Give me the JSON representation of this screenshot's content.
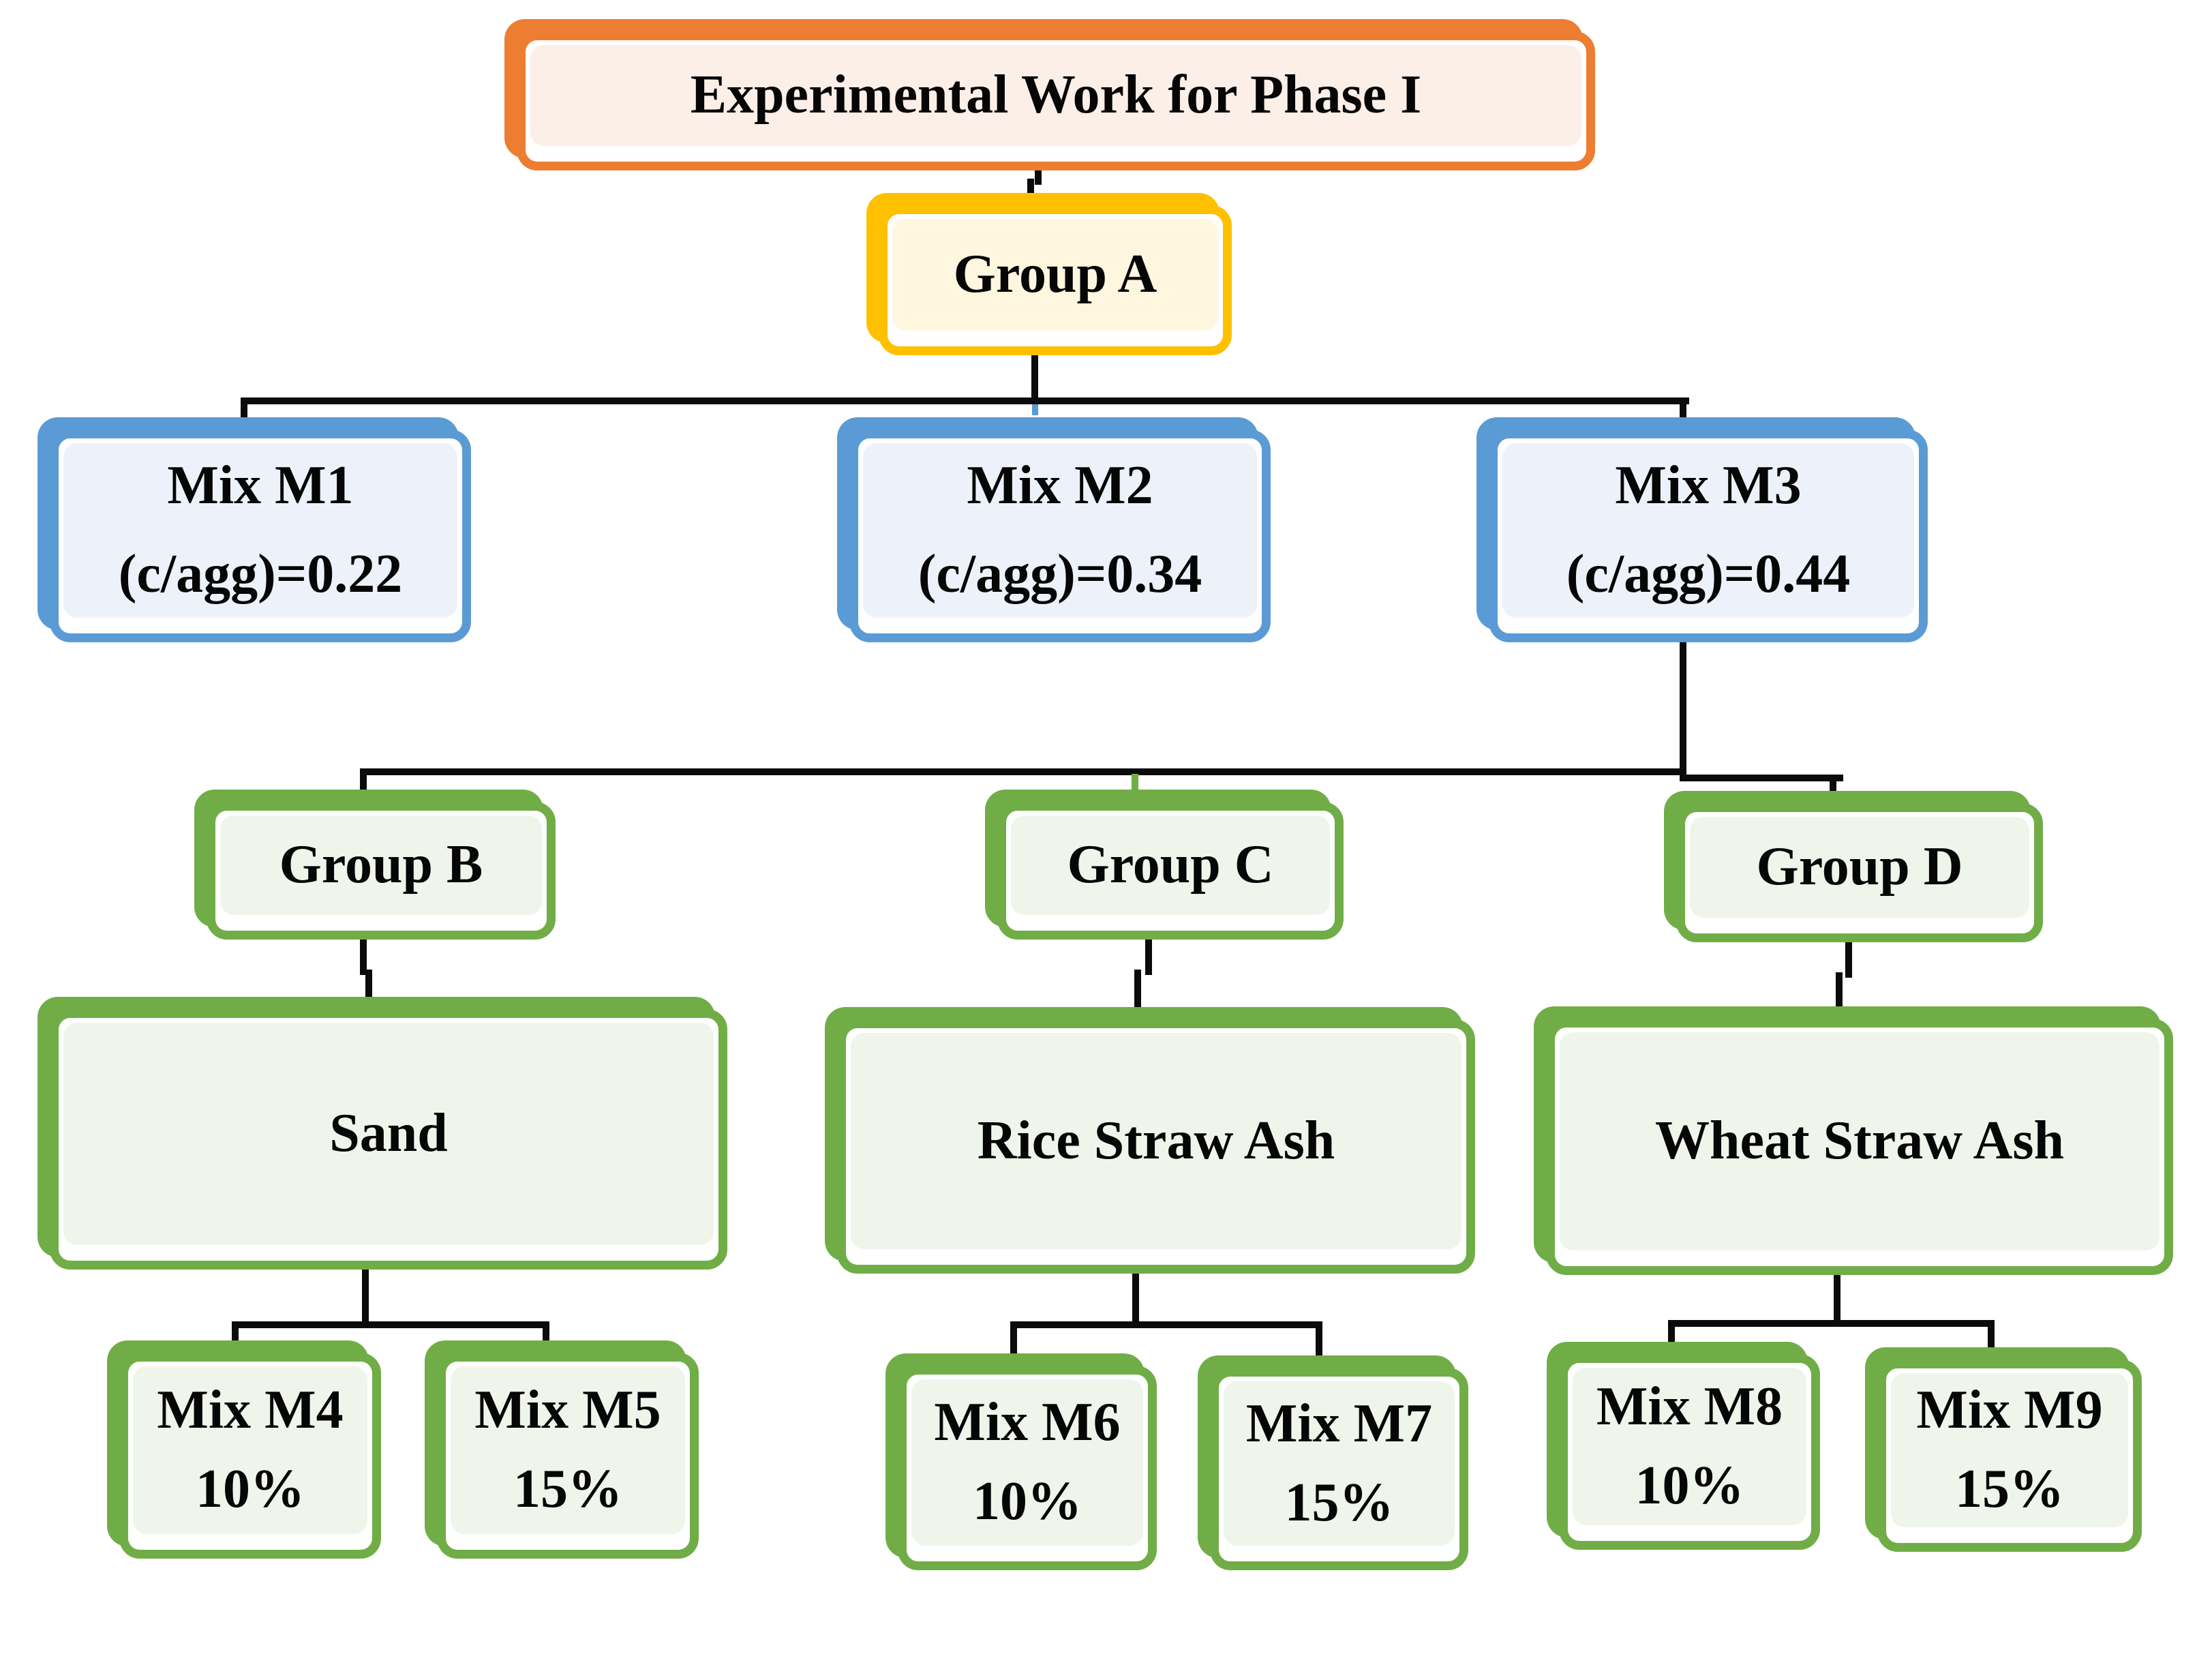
{
  "colors": {
    "orange_border": "#ED7D31",
    "orange_fill": "#FBEFE8",
    "yellow_border": "#FFC000",
    "yellow_fill": "#FFF6DF",
    "blue_border": "#5B9BD5",
    "blue_fill": "#EDF2FA",
    "green_border": "#70AD47",
    "green_fill": "#F0F5EB",
    "connector": "#0b0b0b"
  },
  "nodes": {
    "root": {
      "label": "Experimental Work for Phase I"
    },
    "group_a": {
      "label": "Group A"
    },
    "mix_m1": {
      "title": "Mix M1",
      "value": "(c/agg)=0.22"
    },
    "mix_m2": {
      "title": "Mix M2",
      "value": "(c/agg)=0.34"
    },
    "mix_m3": {
      "title": "Mix M3",
      "value": "(c/agg)=0.44"
    },
    "group_b": {
      "label": "Group B"
    },
    "group_c": {
      "label": "Group C"
    },
    "group_d": {
      "label": "Group D"
    },
    "sand": {
      "label": "Sand"
    },
    "rice": {
      "label": "Rice Straw Ash"
    },
    "wheat": {
      "label": "Wheat Straw Ash"
    },
    "mix_m4": {
      "title": "Mix M4",
      "value": "10%"
    },
    "mix_m5": {
      "title": "Mix M5",
      "value": "15%"
    },
    "mix_m6": {
      "title": "Mix M6",
      "value": "10%"
    },
    "mix_m7": {
      "title": "Mix M7",
      "value": "15%"
    },
    "mix_m8": {
      "title": "Mix M8",
      "value": "10%"
    },
    "mix_m9": {
      "title": "Mix M9",
      "value": "15%"
    }
  }
}
